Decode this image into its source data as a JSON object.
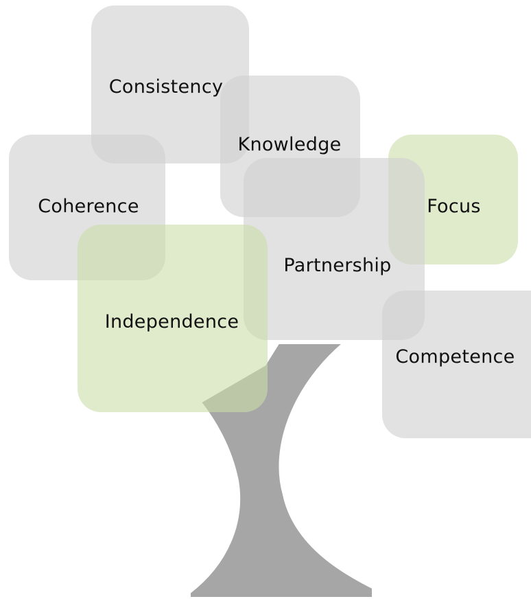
{
  "colors": {
    "gray_tile": "rgba(208,208,208,0.62)",
    "green_tile": "rgba(204,222,170,0.6)",
    "trunk": "#a6a6a6",
    "trunk_outline": "#ffffff"
  },
  "tiles": [
    {
      "label": "Consistency",
      "color": "gray"
    },
    {
      "label": "Coherence",
      "color": "gray"
    },
    {
      "label": "Knowledge",
      "color": "gray"
    },
    {
      "label": "Focus",
      "color": "green"
    },
    {
      "label": "Partnership",
      "color": "gray"
    },
    {
      "label": "Independence",
      "color": "green"
    },
    {
      "label": "Competence",
      "color": "gray"
    }
  ]
}
